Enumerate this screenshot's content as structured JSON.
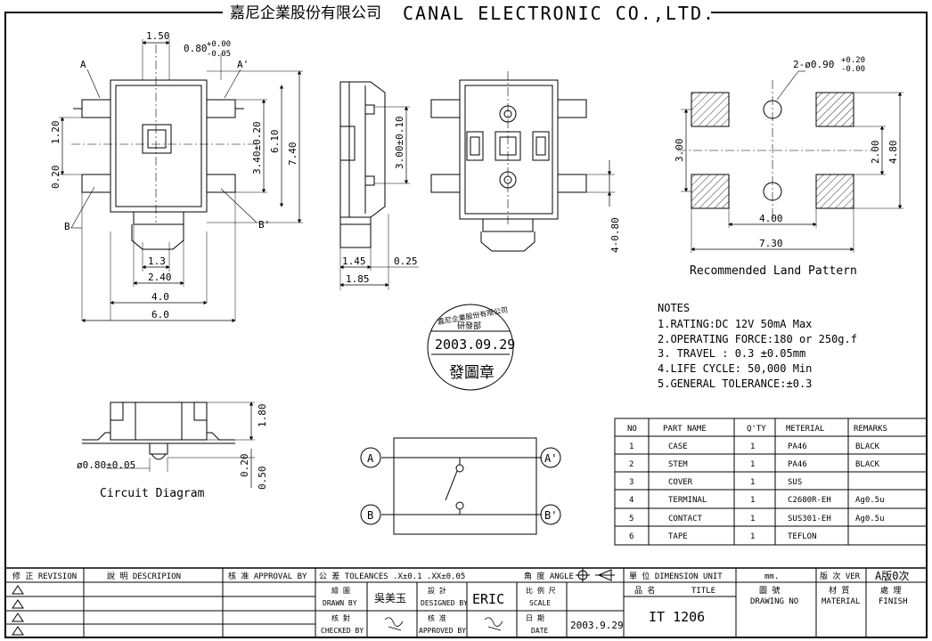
{
  "header": {
    "company_cn": "嘉尼企業股份有限公司",
    "company_en": "CANAL ELECTRONIC CO.,LTD."
  },
  "dims": {
    "d_150": "1.50",
    "d_080": "0.80",
    "d_080_up": "+0.00",
    "d_080_dn": "-0.05",
    "label_a": "A",
    "label_a2": "A'",
    "label_b": "B",
    "label_b2": "B'",
    "d_120": "1.20",
    "d_020": "0.20",
    "d_340": "3.40±0.20",
    "d_610": "6.10",
    "d_740": "7.40",
    "d_13": "1.3",
    "d_240": "2.40",
    "d_40": "4.0",
    "d_60": "6.0",
    "d_300_side": "3.00±0.10",
    "d_145": "1.45",
    "d_025": "0.25",
    "d_185": "1.85",
    "d_4_080": "4-0.80",
    "d_2phi": "2-ø0.90",
    "d_2phi_up": "+0.20",
    "d_2phi_dn": "-0.00",
    "d_300_land": "3.00",
    "d_200": "2.00",
    "d_480": "4.80",
    "d_400": "4.00",
    "d_730": "7.30",
    "land_caption": "Recommended Land Pattern",
    "d_180": "1.80",
    "d_phi080": "ø0.80±0.05",
    "d_020b": "0.20",
    "d_050": "0.50",
    "circuit_caption": "Circuit Diagram"
  },
  "stamp": {
    "arc": "嘉尼企業股份有限公司",
    "dept": "研發部",
    "date": "2003.09.29",
    "seal": "發圖章"
  },
  "notes": {
    "title": "NOTES",
    "lines": [
      "1.RATING:DC 12V 50mA Max",
      "2.OPERATING FORCE:180 or 250g.f",
      "3. TRAVEL : 0.3 ±0.05mm",
      "4.LIFE CYCLE: 50,000 Min",
      "5.GENERAL TOLERANCE:±0.3"
    ]
  },
  "parts_table": {
    "headers": [
      "NO",
      "PART NAME",
      "Q'TY",
      "METERIAL",
      "REMARKS"
    ],
    "rows": [
      [
        "1",
        "CASE",
        "1",
        "PA46",
        "BLACK"
      ],
      [
        "2",
        "STEM",
        "1",
        "PA46",
        "BLACK"
      ],
      [
        "3",
        "COVER",
        "1",
        "SUS",
        ""
      ],
      [
        "4",
        "TERMINAL",
        "1",
        "C2680R-EH",
        "Ag0.5u"
      ],
      [
        "5",
        "CONTACT",
        "1",
        "SUS301-EH",
        "Ag0.5u"
      ],
      [
        "6",
        "TAPE",
        "1",
        "TEFLON",
        ""
      ]
    ]
  },
  "circuit": {
    "node_a": "A",
    "node_a2": "A'",
    "node_b": "B",
    "node_b2": "B'"
  },
  "title_block": {
    "rev": "修 正 REVISION",
    "desc": "說 明 DESCRIPION",
    "approval": "核 准 APPROVAL BY",
    "tolerance": "公 差 TOLEANCES .X±0.1 .XX±0.05",
    "angle": "角 度 ANGLE",
    "unit_label": "單 位 DIMENSION UNIT",
    "unit_value": "mm.",
    "ver_label": "版 次 VER",
    "ver_value": "A版0次",
    "drawn_cn": "繪 圖",
    "drawn_en": "DRAWN BY",
    "drawn_name": "吳美玉",
    "designed_cn": "設 計",
    "designed_en": "DESIGNED BY",
    "designed_name": "ERIC",
    "scale_cn": "比 例 尺",
    "scale_en": "SCALE",
    "checked_cn": "核 對",
    "checked_en": "CHECKED BY",
    "approved_cn": "核 准",
    "approved_en": "APPROVED BY",
    "date_cn": "日 期",
    "date_en": "DATE",
    "date_value": "2003.9.29",
    "title_cn": "品 名",
    "title_en": "TITLE",
    "title_value": "IT 1206",
    "drawing_no_cn": "圖 號",
    "drawing_no_en": "DRAWING NO",
    "material_cn": "材 質",
    "material_en": "MATERIAL",
    "finish_cn": "處 理",
    "finish_en": "FINISH"
  }
}
